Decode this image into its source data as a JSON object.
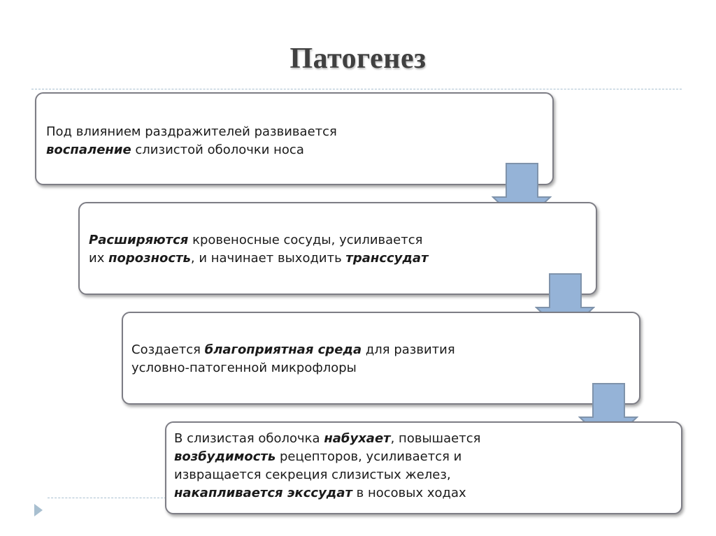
{
  "slide": {
    "title": "Патогенез"
  },
  "steps": [
    {
      "line1": "Под влиянием раздражителей развивается",
      "line2_em": "воспаление",
      "line2_rest": " слизистой оболочки носа"
    },
    {
      "l1_em": "Расширяются",
      "l1_rest": " кровеносные сосуды, усиливается",
      "l2_a": "их ",
      "l2_em1": "порозность",
      "l2_b": ", и начинает выходить ",
      "l2_em2": "транссудат"
    },
    {
      "l1_a": "Создается ",
      "l1_em": "благоприятная среда",
      "l1_b": " для развития",
      "line2": "условно-патогенной микрофлоры"
    },
    {
      "l1_a": "В слизистая оболочка ",
      "l1_em": "набухает",
      "l1_b": ", повышается",
      "l2_em": "возбудимость",
      "l2_rest": " рецепторов, усиливается и",
      "line3": "извращается секреция слизистых желез,",
      "l4_em": "накапливается экссудат",
      "l4_rest": " в носовых ходах"
    }
  ],
  "colors": {
    "arrow_fill": "#95b3d7",
    "arrow_stroke": "#7f93ab",
    "box_border": "#7d7d85",
    "title": "#404040"
  }
}
